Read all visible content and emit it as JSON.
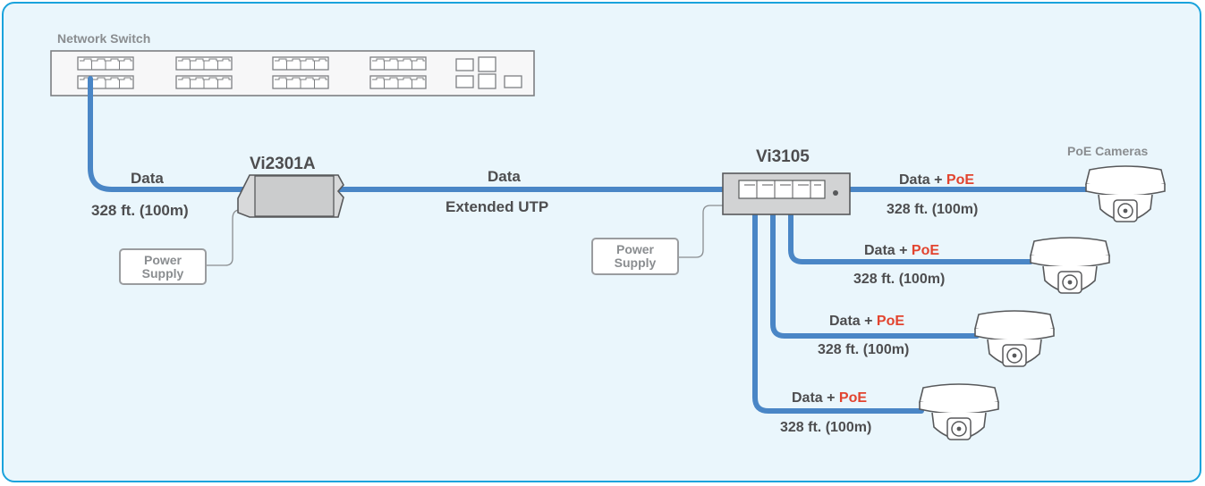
{
  "switch": {
    "label": "Network Switch"
  },
  "extender_a": {
    "label": "Vi2301A"
  },
  "extender_b": {
    "label": "Vi3105"
  },
  "cameras": {
    "label": "PoE Cameras"
  },
  "power_supply": {
    "line1": "Power",
    "line2": "Supply"
  },
  "links": {
    "switch_link": {
      "line1": "Data",
      "line2": "328 ft. (100m)"
    },
    "extended_link": {
      "line1": "Data",
      "line2": "Extended UTP"
    },
    "camera_links": [
      {
        "data": "Data + ",
        "poe": "PoE",
        "distance": "328 ft. (100m)"
      },
      {
        "data": "Data + ",
        "poe": "PoE",
        "distance": "328 ft. (100m)"
      },
      {
        "data": "Data + ",
        "poe": "PoE",
        "distance": "328 ft. (100m)"
      },
      {
        "data": "Data + ",
        "poe": "PoE",
        "distance": "328 ft. (100m)"
      }
    ]
  },
  "colors": {
    "cable": "#4a86c6",
    "accent": "#e2442f",
    "border": "#1aa3dc",
    "background": "#eaf6fc"
  }
}
